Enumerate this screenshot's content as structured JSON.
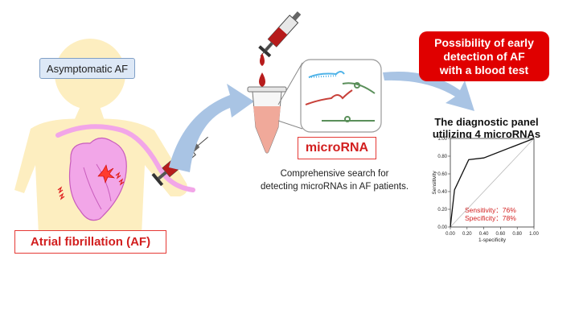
{
  "labels": {
    "asymptomatic": "Asymptomatic AF",
    "atrial_fibrillation": "Atrial fibrillation (AF)",
    "microrna": "microRNA",
    "search_text": "Comprehensive search for\ndetecting microRNAs in AF patients.",
    "early_detection": "Possibility of early\ndetection of AF\nwith a blood test",
    "panel_title": "The diagnostic panel\nutilizing 4 microRNAs"
  },
  "colors": {
    "accent_red": "#e00000",
    "label_red": "#d21f1f",
    "body_yellow": "#fdeec0",
    "heart_pink": "#f2a6e8",
    "arrow_blue": "#a9c4e4"
  },
  "chart_data": {
    "type": "line",
    "title": "",
    "xlabel": "1-specificity",
    "ylabel": "Sensitivity",
    "xlim": [
      0,
      1
    ],
    "ylim": [
      0,
      1
    ],
    "x_ticks": [
      "0.00",
      "0.20",
      "0.40",
      "0.60",
      "0.80",
      "1.00"
    ],
    "y_ticks": [
      "0.00",
      "0.20",
      "0.40",
      "0.60",
      "0.80",
      "1.00"
    ],
    "series": [
      {
        "x": [
          0,
          0.05,
          0.22,
          0.4,
          1.0
        ],
        "y": [
          0,
          0.42,
          0.76,
          0.78,
          1.0
        ]
      }
    ],
    "reference_line": {
      "x": [
        0,
        1
      ],
      "y": [
        0,
        1
      ]
    },
    "annotations": [
      "Sensitivity：76%",
      "Specificity：78%"
    ]
  }
}
